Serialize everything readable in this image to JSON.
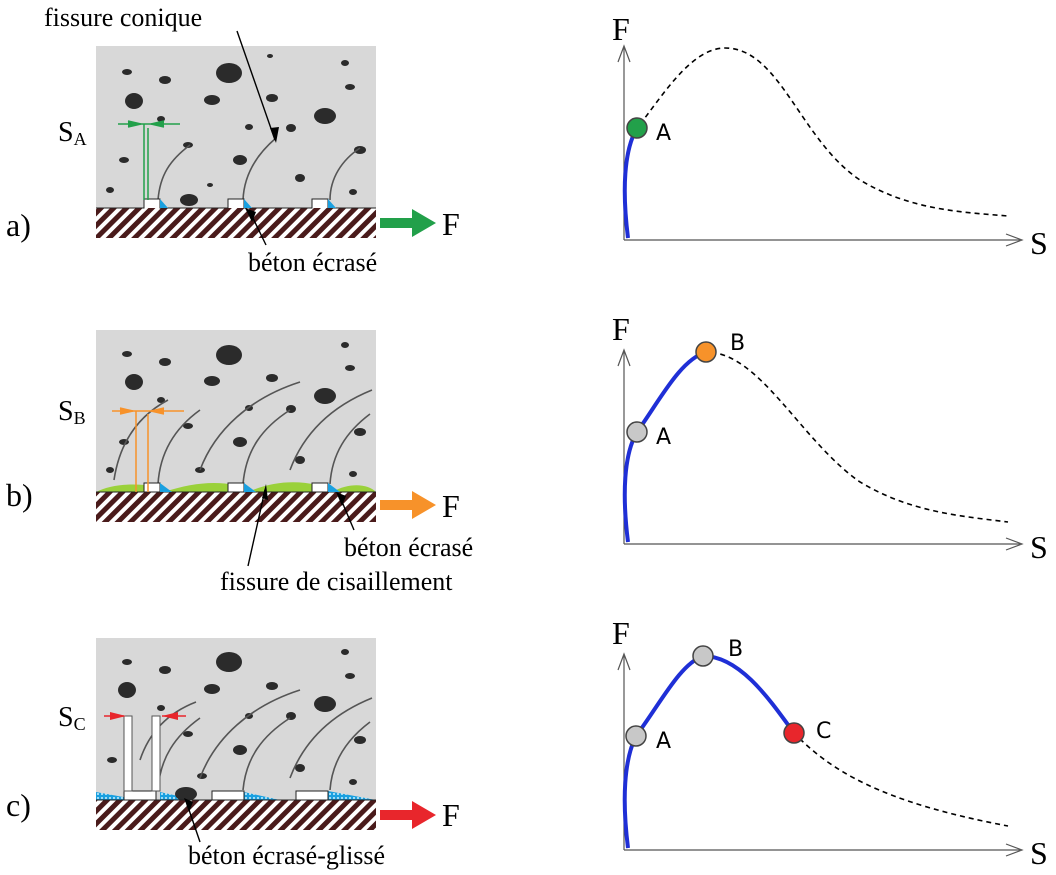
{
  "panels": [
    {
      "id": "a",
      "label": "a)",
      "slip_label_main": "S",
      "slip_label_sub": "A",
      "force_label": "F",
      "arrow_color": "#22a04a",
      "annotations": [
        "fissure conique",
        "béton écrasé"
      ],
      "graph": {
        "y_axis_label": "F",
        "x_axis_label": "S",
        "points": [
          {
            "label": "A",
            "color": "#22a04a"
          }
        ]
      }
    },
    {
      "id": "b",
      "label": "b)",
      "slip_label_main": "S",
      "slip_label_sub": "B",
      "force_label": "F",
      "arrow_color": "#f7922a",
      "annotations": [
        "béton écrasé",
        "fissure de cisaillement"
      ],
      "graph": {
        "y_axis_label": "F",
        "x_axis_label": "S",
        "points": [
          {
            "label": "A",
            "color": "#c8c8c8"
          },
          {
            "label": "B",
            "color": "#f7922a"
          }
        ]
      }
    },
    {
      "id": "c",
      "label": "c)",
      "slip_label_main": "S",
      "slip_label_sub": "C",
      "force_label": "F",
      "arrow_color": "#e8262c",
      "annotations": [
        "béton écrasé-glissé"
      ],
      "graph": {
        "y_axis_label": "F",
        "x_axis_label": "S",
        "points": [
          {
            "label": "A",
            "color": "#c8c8c8"
          },
          {
            "label": "B",
            "color": "#c8c8c8"
          },
          {
            "label": "C",
            "color": "#e8262c"
          }
        ]
      }
    }
  ],
  "colors": {
    "concrete": "#d8d8d8",
    "aggregate": "#2b2b2b",
    "steel_hatch": "#4a1b1b",
    "curve_blue": "#1f2fd6",
    "crushed_blue": "#1aa0e0",
    "shear_green": "#9ad13a"
  }
}
